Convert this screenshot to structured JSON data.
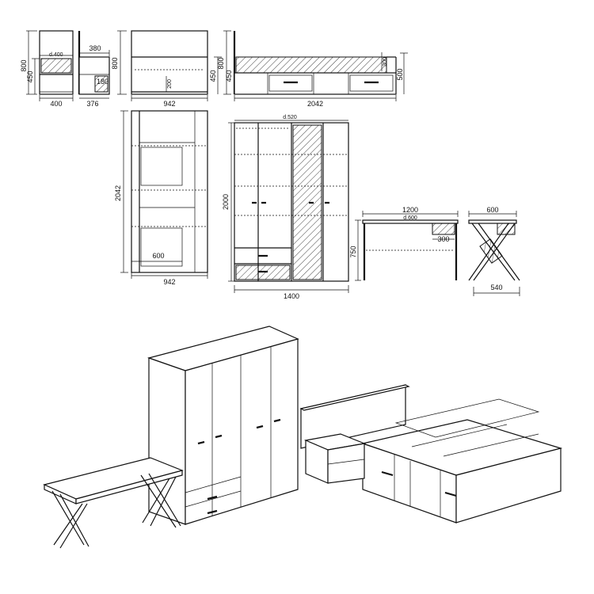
{
  "views": {
    "nightstand_front": {
      "height_total": "800",
      "height_shelf": "450",
      "width": "400",
      "depth": "d.400"
    },
    "nightstand_side": {
      "width_top": "380",
      "width_bottom": "376",
      "drawer_height": "180"
    },
    "bed_headboard": {
      "height": "800",
      "width": "942",
      "height_mid": "450",
      "inner": "200"
    },
    "bed_side": {
      "height": "800",
      "height_mid": "450",
      "drawer_side": "500",
      "small": "300",
      "length": "2042"
    },
    "bed_top": {
      "length": "2042",
      "width": "942",
      "inner_width": "600"
    },
    "wardrobe": {
      "depth": "d.520",
      "height": "2000",
      "width": "1400"
    },
    "desk_front": {
      "width": "1200",
      "depth": "d.600",
      "height": "750",
      "drawer": "300"
    },
    "desk_side": {
      "width": "600",
      "bottom": "540"
    }
  }
}
